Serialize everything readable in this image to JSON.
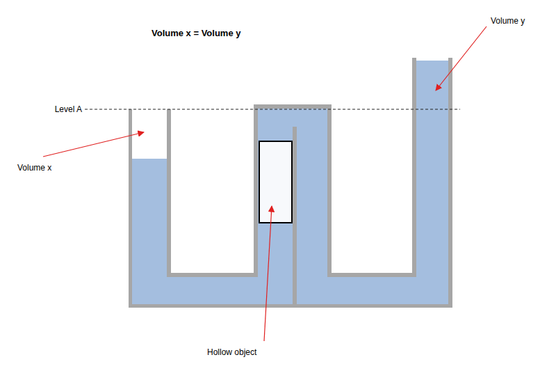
{
  "diagram": {
    "title": "Volume x = Volume y",
    "labels": [
      "Level A",
      "Volume x",
      "Volume y",
      "Hollow object"
    ]
  }
}
